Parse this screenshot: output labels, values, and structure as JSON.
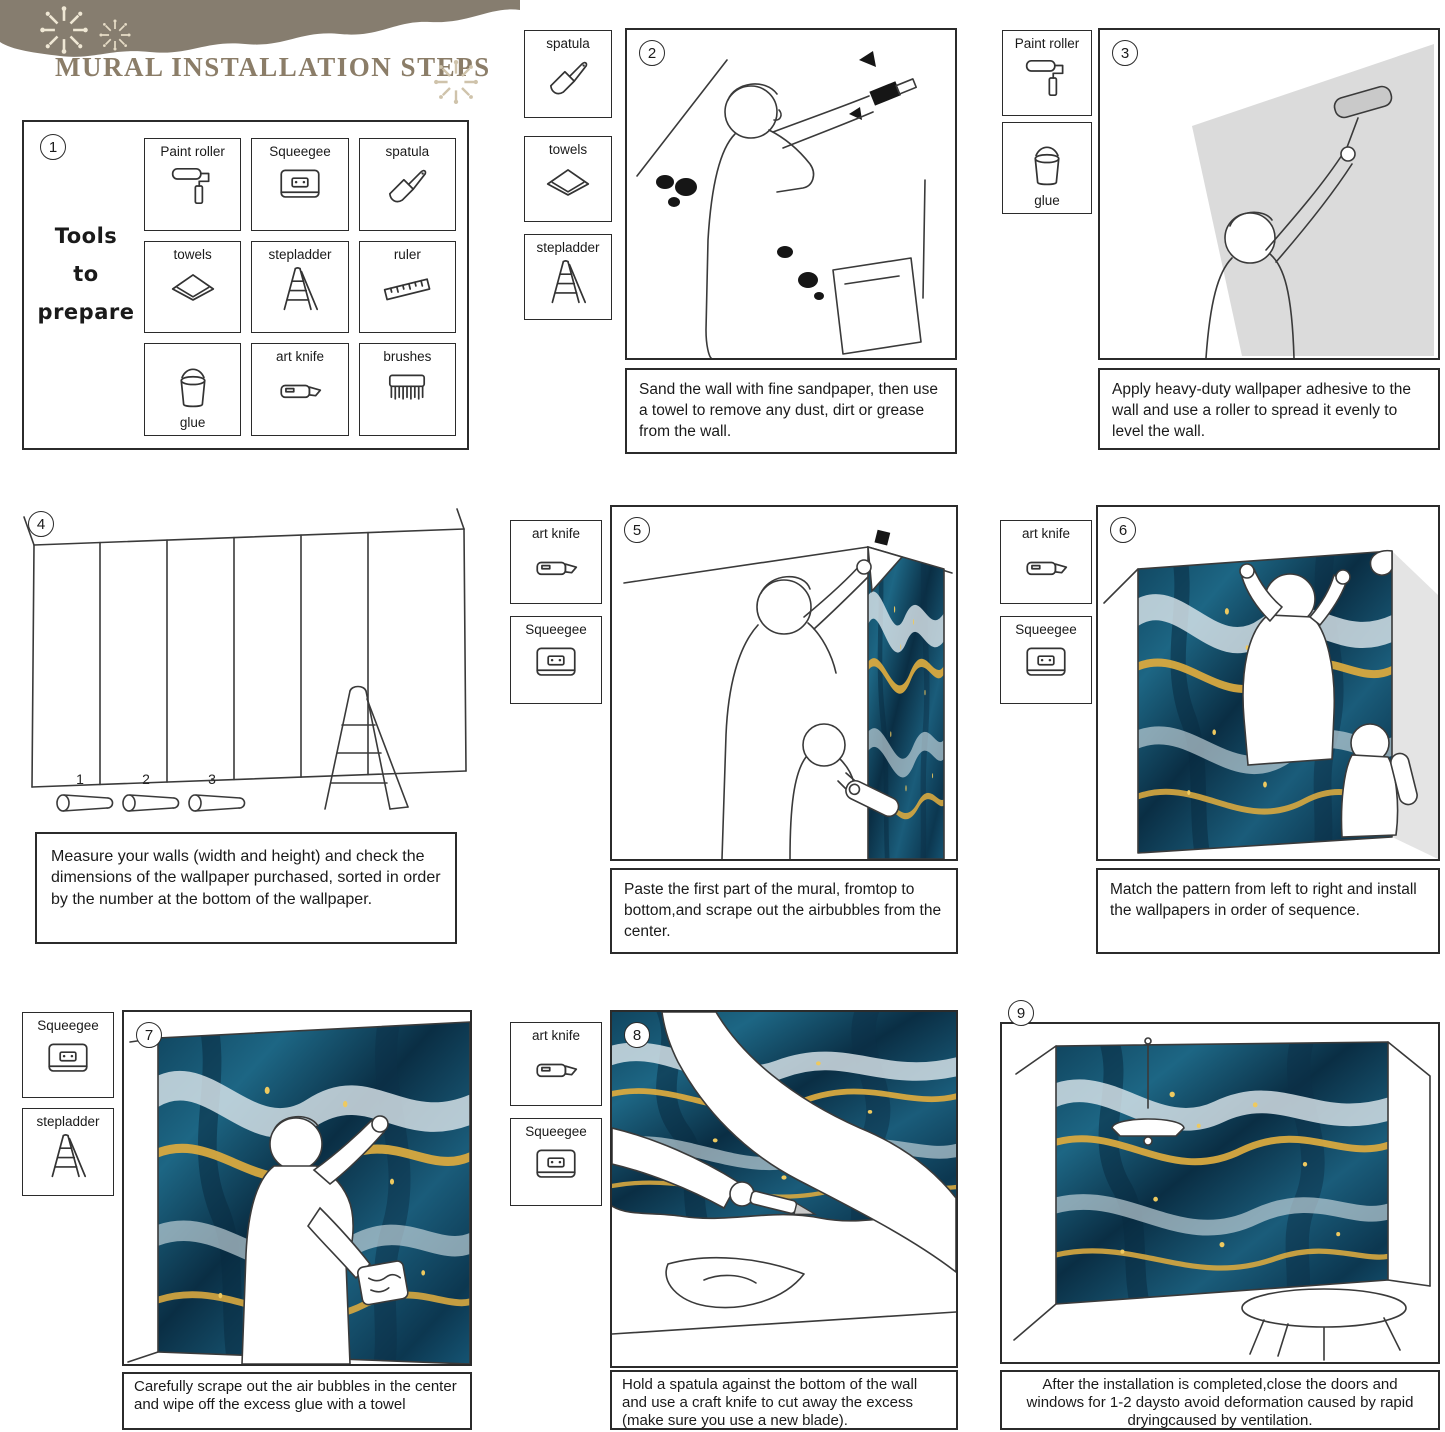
{
  "header": {
    "title": "MURAL INSTALLATION STEPS"
  },
  "colors": {
    "banner_taupe": "#867d6f",
    "title_brown": "#8b7d68",
    "marble_teal_dark": "#0a2e44",
    "marble_teal": "#1d6684",
    "marble_gold": "#d8a93f",
    "adhesive_gray": "#dbdbdb"
  },
  "tools_panel": {
    "number": "1",
    "label_line1": "Tools",
    "label_line2": "to",
    "label_line3": "prepare",
    "tools": [
      {
        "name": "Paint roller",
        "icon": "paint-roller-icon"
      },
      {
        "name": "Squeegee",
        "icon": "squeegee-icon"
      },
      {
        "name": "spatula",
        "icon": "spatula-icon"
      },
      {
        "name": "towels",
        "icon": "towel-icon"
      },
      {
        "name": "stepladder",
        "icon": "stepladder-icon"
      },
      {
        "name": "ruler",
        "icon": "ruler-icon"
      },
      {
        "name": "glue",
        "icon": "glue-icon"
      },
      {
        "name": "art knife",
        "icon": "art-knife-icon"
      },
      {
        "name": "brushes",
        "icon": "brushes-icon"
      }
    ]
  },
  "steps": {
    "s2": {
      "number": "2",
      "tools": [
        {
          "label": "spatula",
          "icon": "spatula-icon"
        },
        {
          "label": "towels",
          "icon": "towel-icon"
        },
        {
          "label": "stepladder",
          "icon": "stepladder-icon"
        }
      ],
      "caption": "Sand the wall with fine sandpaper, then use a towel to remove any dust, dirt or grease from the wall."
    },
    "s3": {
      "number": "3",
      "tools": [
        {
          "label": "Paint roller",
          "icon": "paint-roller-icon"
        },
        {
          "label": "glue",
          "icon": "glue-icon"
        }
      ],
      "caption": "Apply heavy-duty wallpaper adhesive to the wall and use a roller to spread it evenly to level the wall."
    },
    "s4": {
      "number": "4",
      "tools": [],
      "rolls": [
        "1",
        "2",
        "3"
      ],
      "caption": "Measure your walls (width and height) and check the dimensions of the wallpaper purchased, sorted in order by the number at the bottom of the wallpaper."
    },
    "s5": {
      "number": "5",
      "tools": [
        {
          "label": "art knife",
          "icon": "art-knife-icon"
        },
        {
          "label": "Squeegee",
          "icon": "squeegee-icon"
        }
      ],
      "caption": "Paste the first part of the mural, fromtop to bottom,and scrape out the airbubbles from the center."
    },
    "s6": {
      "number": "6",
      "tools": [
        {
          "label": "art knife",
          "icon": "art-knife-icon"
        },
        {
          "label": "Squeegee",
          "icon": "squeegee-icon"
        }
      ],
      "caption": "Match the pattern from left to right and install the wallpapers in order of sequence."
    },
    "s7": {
      "number": "7",
      "tools": [
        {
          "label": "Squeegee",
          "icon": "squeegee-icon"
        },
        {
          "label": "stepladder",
          "icon": "stepladder-icon"
        }
      ],
      "caption": "Carefully scrape out the air bubbles in the center and wipe off the excess glue with a towel"
    },
    "s8": {
      "number": "8",
      "tools": [
        {
          "label": "art knife",
          "icon": "art-knife-icon"
        },
        {
          "label": "Squeegee",
          "icon": "squeegee-icon"
        }
      ],
      "caption": "Hold a spatula against the bottom of the wall and use a craft knife to cut away the excess (make sure you use a new blade)."
    },
    "s9": {
      "number": "9",
      "tools": [],
      "caption": "After the installation is completed,close the doors and windows for 1-2 daysto avoid deformation caused by rapid dryingcaused by ventilation."
    }
  }
}
